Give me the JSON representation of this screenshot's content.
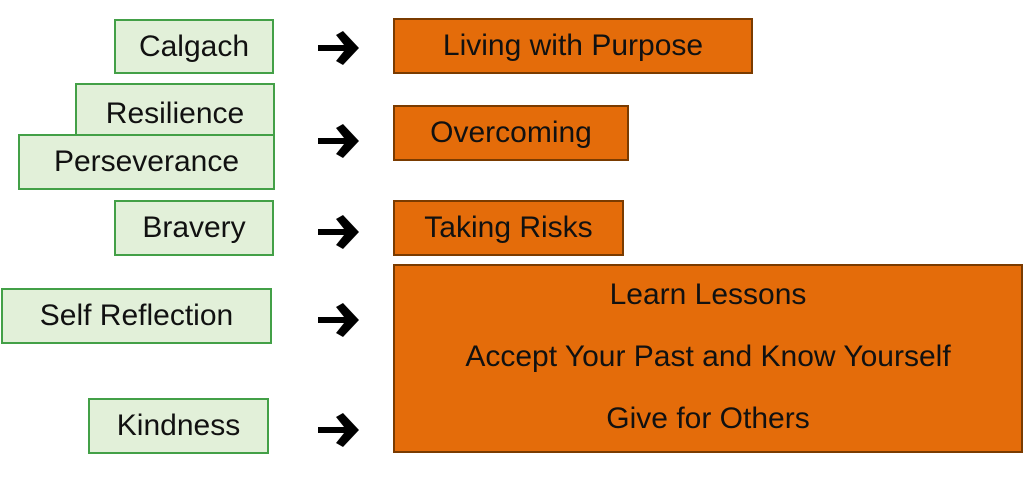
{
  "qualities": [
    "Calgach",
    "Resilience",
    "Perseverance",
    "Bravery",
    "Self Reflection",
    "Kindness"
  ],
  "outcomes": [
    "Living with Purpose",
    "Overcoming",
    "Taking Risks"
  ],
  "lessons": [
    "Learn Lessons",
    "Accept Your Past and Know Yourself",
    "Give for Others"
  ],
  "colors": {
    "quality_fill": "#e2f0d9",
    "quality_border": "#43a047",
    "outcome_fill": "#e46c0a",
    "outcome_border": "#7a3b00"
  },
  "icons": {
    "arrow": "arrow-right-icon"
  }
}
